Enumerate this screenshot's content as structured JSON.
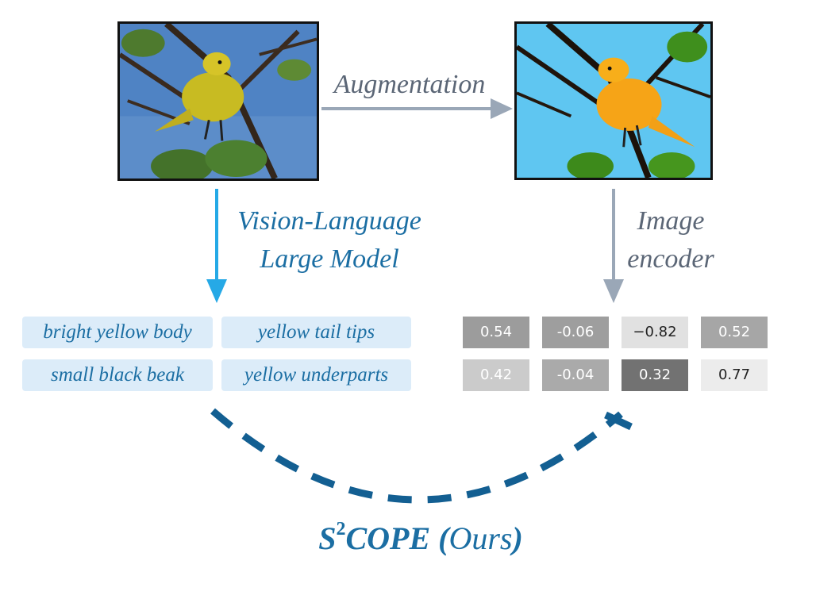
{
  "labels": {
    "augmentation": "Augmentation",
    "vlm_line1": "Vision-Language",
    "vlm_line2": "Large Model",
    "encoder_line1": "Image",
    "encoder_line2": "encoder"
  },
  "attributes": [
    "bright yellow body",
    "yellow tail tips",
    "small black beak",
    "yellow underparts"
  ],
  "embedding": {
    "row1": [
      "0.54",
      "-0.06",
      "−0.82",
      "0.52"
    ],
    "row2": [
      "0.42",
      "-0.04",
      "0.32",
      "0.77"
    ]
  },
  "method": {
    "name": "S",
    "superscript": "2",
    "name_rest": "COPE",
    "paren_open": "(",
    "ours": "Ours",
    "paren_close": ")"
  },
  "colors": {
    "blue_text": "#1b6ea3",
    "blue_arrow": "#26a9e6",
    "gray_arrow": "#9aa7b7",
    "dashed_arc": "#135f92",
    "chip_bg": "#dcecf9"
  }
}
